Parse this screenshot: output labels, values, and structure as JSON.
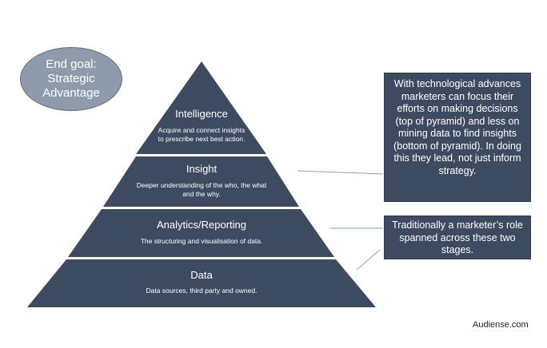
{
  "goal": {
    "text": "End goal: Strategic Advantage"
  },
  "levels": [
    {
      "title": "Intelligence",
      "desc": "Acquire and connect insights to prescribe next best action."
    },
    {
      "title": "Insight",
      "desc": "Deeper understanding of the who, the what and the why."
    },
    {
      "title": "Analytics/Reporting",
      "desc": "The structuring and visualisation of data."
    },
    {
      "title": "Data",
      "desc": "Data sources, third party and owned."
    }
  ],
  "callouts": {
    "top": "With technological advances marketers can focus their efforts on making decisions (top of pyramid) and less on mining data to find insights (bottom of pyramid). In doing this they lead, not just inform strategy.",
    "bottom": "Traditionally a marketer’s role spanned across these two stages."
  },
  "brand": {
    "text": "Audiense.com"
  },
  "colors": {
    "pyramid": "#3d4b60",
    "goal": "#8d9bab",
    "connector": "#7fa6c2"
  }
}
